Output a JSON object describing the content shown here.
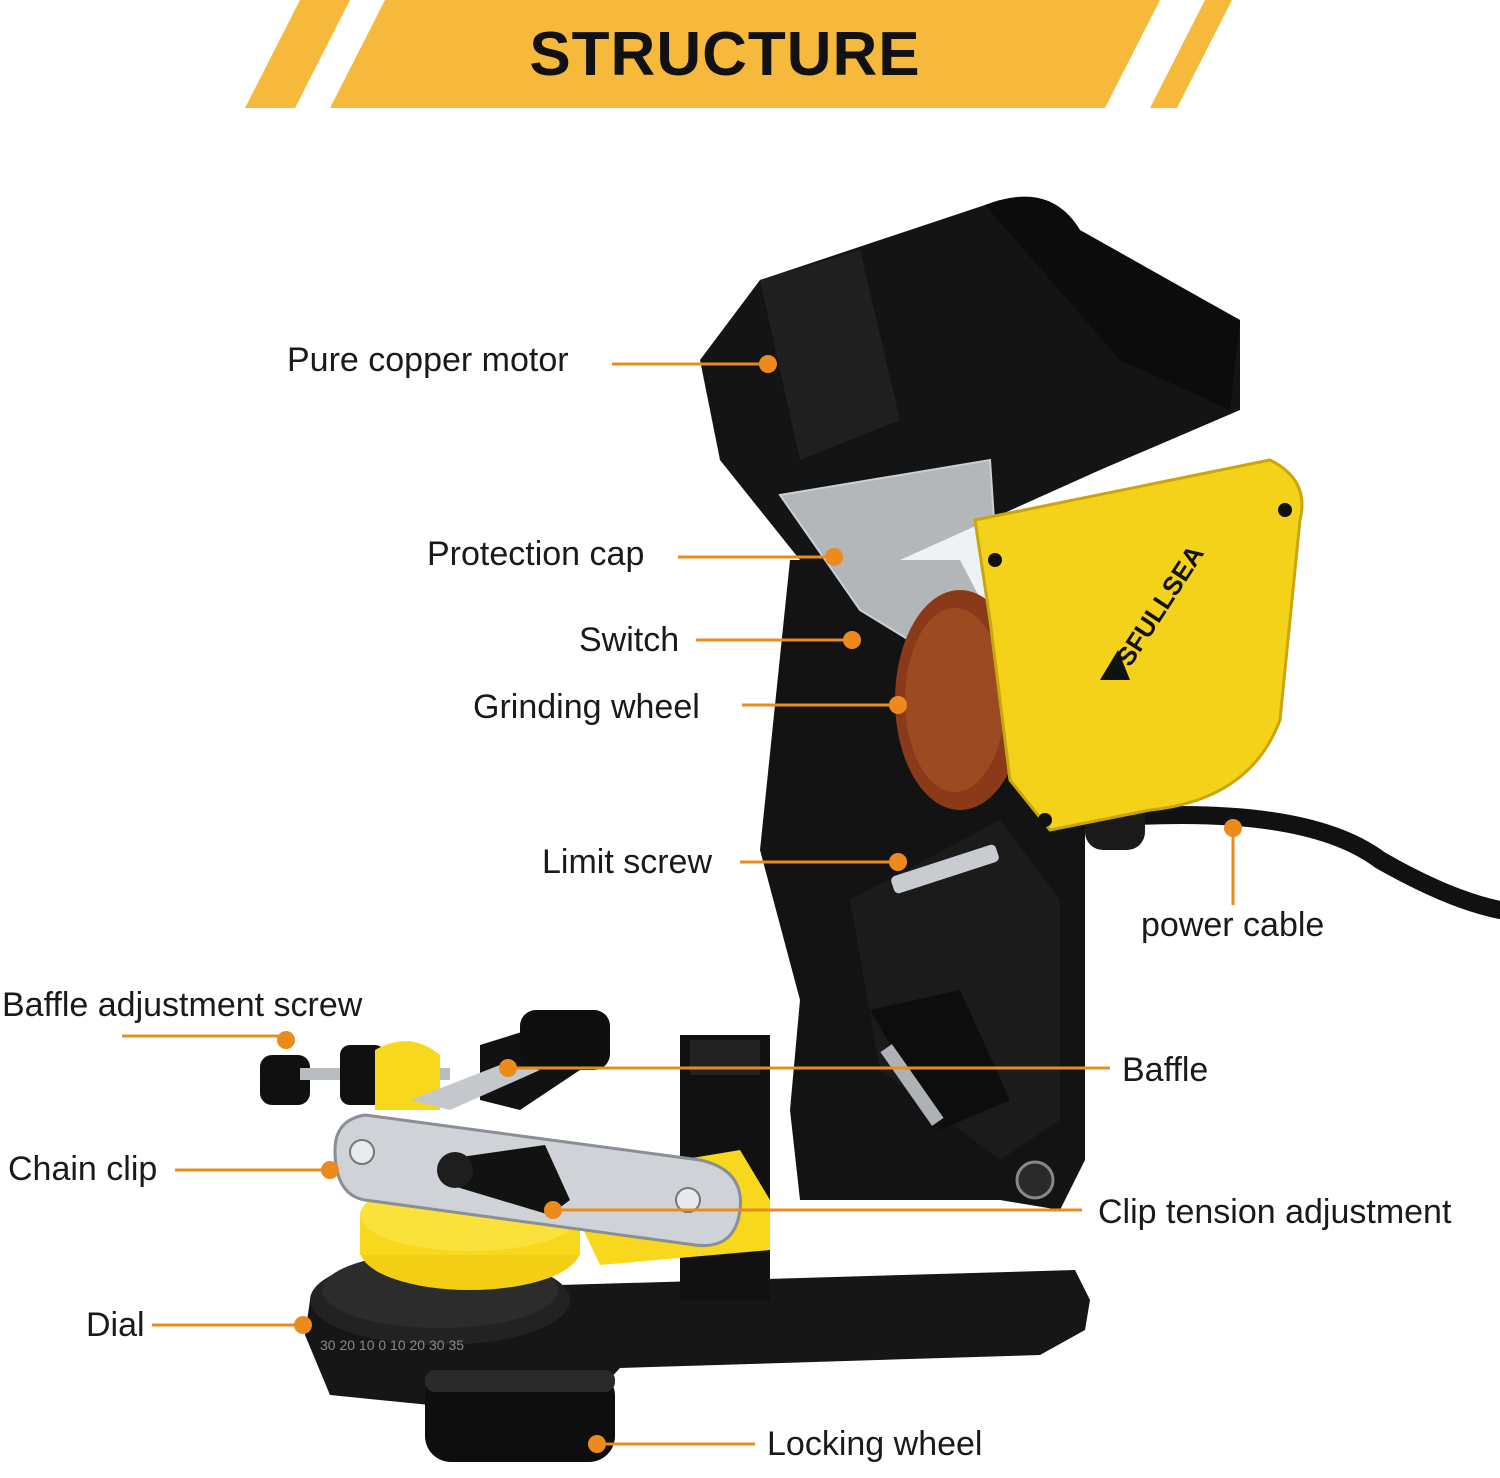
{
  "title": "STRUCTURE",
  "brand": "SFULLSEA",
  "dial_numbers": "30 20 10 0 10 20 30 35",
  "colors": {
    "banner": "#f6b93b",
    "leader": "#ec8a1c",
    "body": "#141414",
    "yellow": "#f7d81c"
  },
  "labels": {
    "motor": "Pure copper motor",
    "protection_cap": "Protection cap",
    "switch": "Switch",
    "grinding_wheel": "Grinding wheel",
    "limit_screw": "Limit screw",
    "power_cable": "power cable",
    "baffle_screw": "Baffle adjustment screw",
    "baffle": "Baffle",
    "chain_clip": "Chain clip",
    "clip_tension": "Clip tension adjustment",
    "dial": "Dial",
    "locking_wheel": "Locking wheel"
  }
}
